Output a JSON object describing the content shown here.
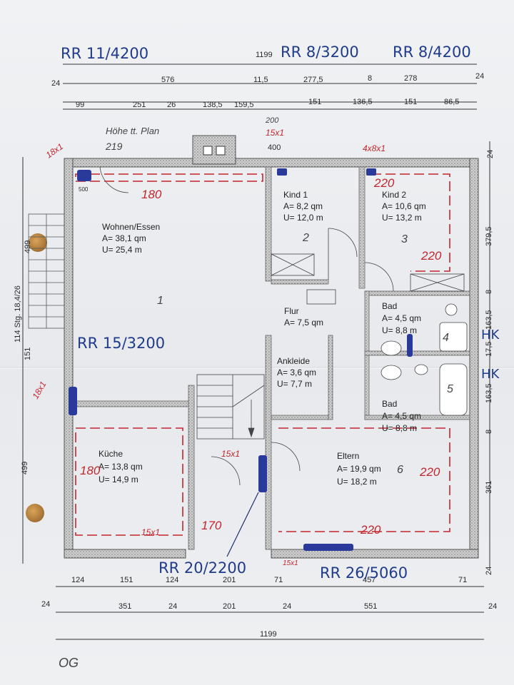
{
  "handwritten_top": {
    "rr_left": "RR 11/4200",
    "rr_center_prefix": "1199",
    "rr_center": "RR 8/3200",
    "rr_right": "RR 8/4200",
    "hoehe_label": "Höhe tt. Plan",
    "hoehe_value": "219",
    "note_200": "200",
    "note_15x1": "15x1",
    "note_400": "400",
    "note_4x8x1": "4x8x1",
    "note_18x1_top": "18x1"
  },
  "dims_top_row1": [
    "24",
    "576",
    "11,5",
    "277,5",
    "8",
    "278",
    "24"
  ],
  "dims_top_row2": [
    "99",
    "251",
    "26",
    "138,5",
    "159,5",
    "151",
    "136,5",
    "151",
    "86,5"
  ],
  "dims_bottom_row1": [
    "124",
    "151",
    "124",
    "201",
    "71",
    "457",
    "71"
  ],
  "dims_bottom_row2": [
    "24",
    "351",
    "24",
    "201",
    "24",
    "551",
    "24"
  ],
  "dims_bottom_total": "1199",
  "dims_left": [
    "499",
    "114 Stg. 18,4/26",
    "151",
    "499"
  ],
  "dims_right": [
    "24",
    "379,5",
    "8",
    "163,5",
    "17,5",
    "163,5",
    "8",
    "361",
    "24"
  ],
  "rooms": {
    "wohnen": {
      "name": "Wohnen/Essen",
      "area": "A= 38,1 qm",
      "perim": "U= 25,4 m",
      "number": "1"
    },
    "kind1": {
      "name": "Kind 1",
      "area": "A= 8,2 qm",
      "perim": "U= 12,0 m",
      "number": "2"
    },
    "kind2": {
      "name": "Kind  2",
      "area": "A= 10,6 qm",
      "perim": "U= 13,2 m",
      "number": "3"
    },
    "flur": {
      "name": "Flur",
      "area": "A= 7,5 qm"
    },
    "bad1": {
      "name": "Bad",
      "area": "A= 4,5 qm",
      "perim": "U= 8,8 m",
      "number": "4"
    },
    "ankleide": {
      "name": "Ankleide",
      "area": "A= 3,6 qm",
      "perim": "U= 7,7 m"
    },
    "bad2": {
      "name": "Bad",
      "area": "A= 4,5 qm",
      "perim": "U= 8,8 m",
      "number": "5"
    },
    "kueche": {
      "name": "Küche",
      "area": "A= 13,8 qm",
      "perim": "U= 14,9 m"
    },
    "eltern": {
      "name": "Eltern",
      "area": "A= 19,9 qm",
      "perim": "U= 18,2 m",
      "number": "6"
    }
  },
  "handwritten_marks": {
    "rr15": "RR 15/3200",
    "rr20": "RR 20/2200",
    "rr26": "RR 26/5060",
    "hk1": "HK",
    "hk2": "HK",
    "og": "OG",
    "wohnen_180": "180",
    "kind2_220": "220",
    "kind2_side_220": "220",
    "kueche_180": "180",
    "eltern_220_right": "220",
    "eltern_220_bottom": "220",
    "kueche_15x1": "15x1",
    "flur_15x1": "15x1",
    "flur_170": "170",
    "left_18x1": "18x1",
    "bottom_15x1": "15x1",
    "bath_500": "500"
  },
  "colors": {
    "wall": "#8f8f8f",
    "ink_blue": "#1f3b8a",
    "ink_red": "#c2262e",
    "line": "#2a2a2a"
  }
}
